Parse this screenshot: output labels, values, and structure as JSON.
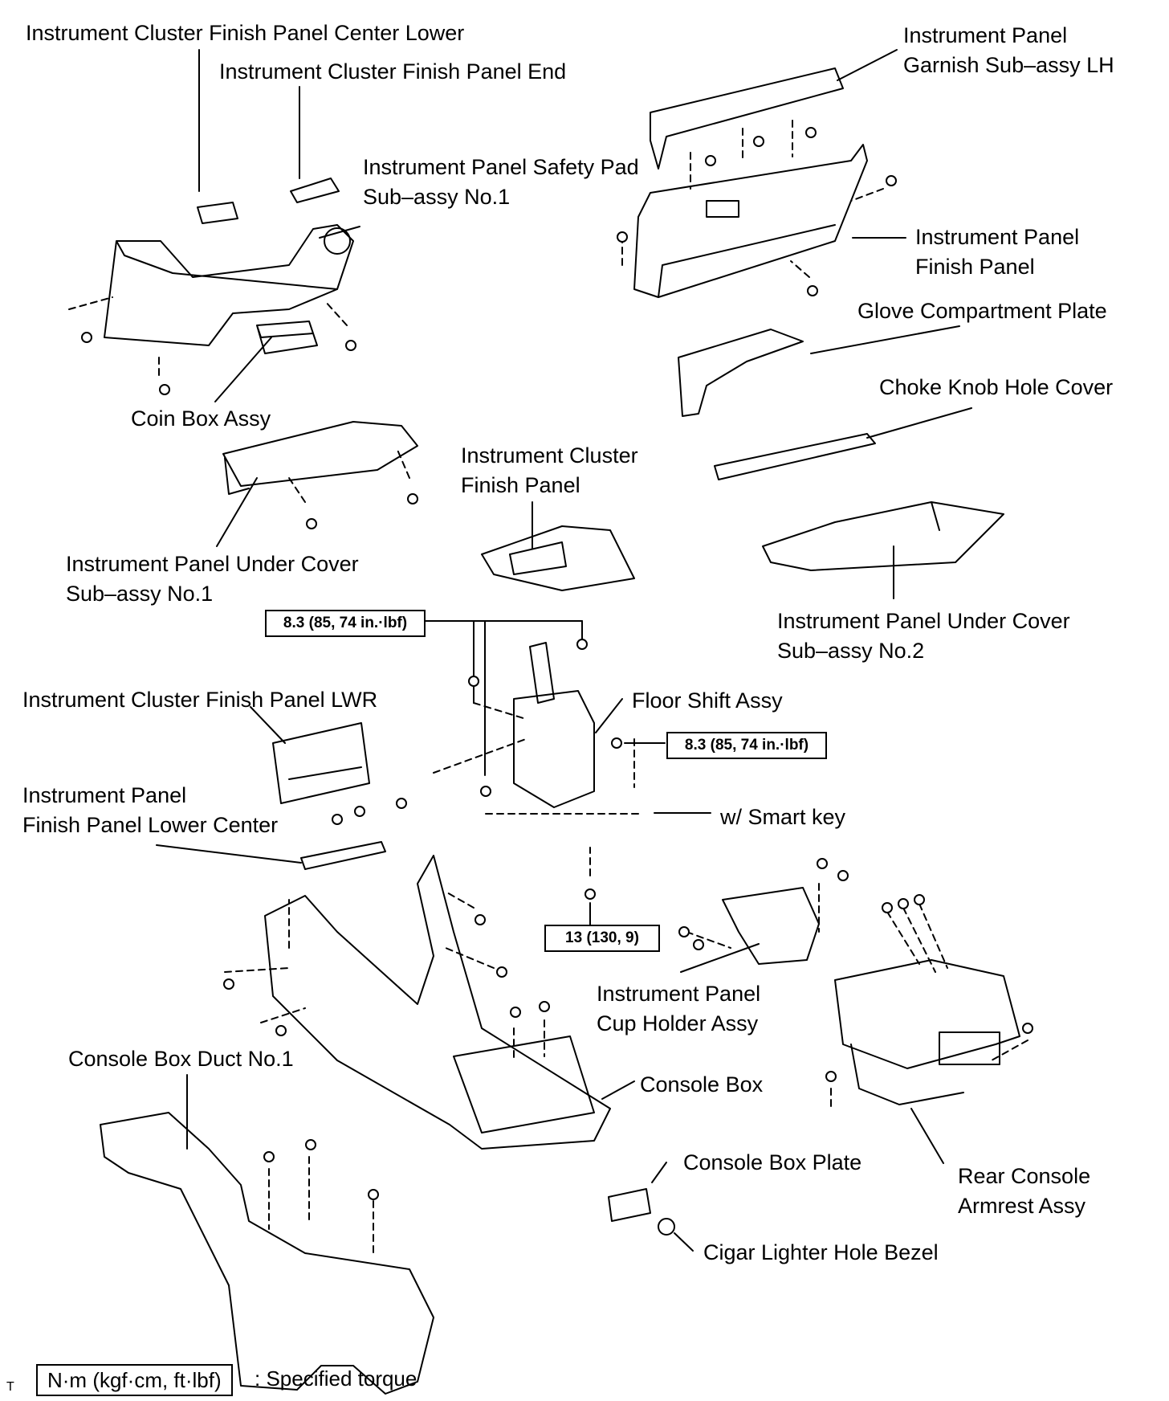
{
  "labels": {
    "cluster_center_lower": "Instrument Cluster Finish Panel Center Lower",
    "cluster_end": "Instrument Cluster Finish Panel End",
    "safety_pad_l1": "Instrument Panel Safety Pad",
    "safety_pad_l2": "Sub–assy No.1",
    "garnish_l1": "Instrument Panel",
    "garnish_l2": "Garnish Sub–assy LH",
    "finish_panel_l1": "Instrument Panel",
    "finish_panel_l2": "Finish Panel",
    "glove_plate": "Glove Compartment Plate",
    "choke_cover": "Choke Knob Hole Cover",
    "coin_box": "Coin Box Assy",
    "cluster_finish_l1": "Instrument Cluster",
    "cluster_finish_l2": "Finish Panel",
    "under_cover1_l1": "Instrument Panel Under Cover",
    "under_cover1_l2": "Sub–assy No.1",
    "under_cover2_l1": "Instrument Panel Under Cover",
    "under_cover2_l2": "Sub–assy No.2",
    "cluster_lwr": "Instrument Cluster Finish Panel LWR",
    "floor_shift": "Floor Shift Assy",
    "lower_center_l1": "Instrument Panel",
    "lower_center_l2": "Finish Panel Lower Center",
    "smart_key": "w/ Smart key",
    "cup_holder_l1": "Instrument Panel",
    "cup_holder_l2": "Cup Holder Assy",
    "duct": "Console Box Duct No.1",
    "console_box": "Console Box",
    "console_plate": "Console Box Plate",
    "armrest_l1": "Rear Console",
    "armrest_l2": "Armrest Assy",
    "cigar_bezel": "Cigar Lighter Hole Bezel"
  },
  "torques": {
    "shift_top": "8.3 (85, 74 in.·lbf)",
    "shift_right": "8.3 (85, 74 in.·lbf)",
    "cable": "13 (130, 9)"
  },
  "legend": {
    "unit_box": "N·m (kgf·cm, ft·lbf)",
    "description": ": Specified torque"
  },
  "corner_mark": "T"
}
